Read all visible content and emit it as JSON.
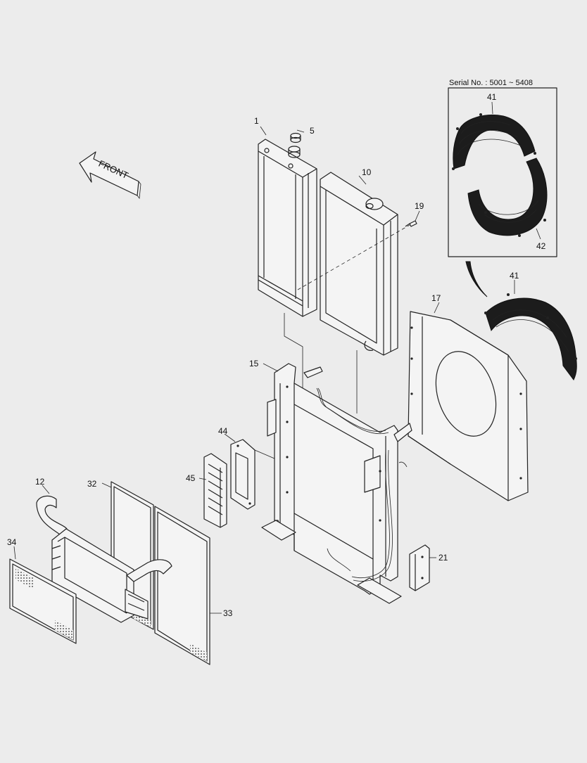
{
  "diagram": {
    "front_label": "FRONT",
    "serial_label": "Serial No. : 5001 ~ 5408",
    "callouts": {
      "c1": "1",
      "c5": "5",
      "c10": "10",
      "c19": "19",
      "c41a": "41",
      "c42": "42",
      "c41b": "41",
      "c17": "17",
      "c15": "15",
      "c44": "44",
      "c45": "45",
      "c12": "12",
      "c32": "32",
      "c34": "34",
      "c33": "33",
      "c21": "21"
    }
  }
}
